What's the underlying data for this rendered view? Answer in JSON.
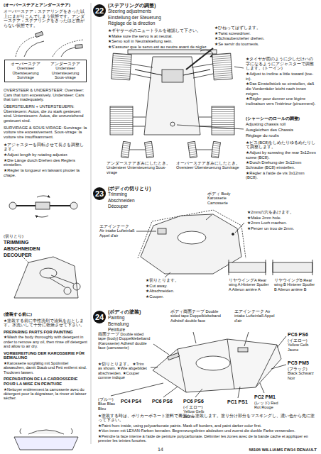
{
  "diagram": {
    "nodes": [
      {
        "text": [
          "オーバーステア Oversteer Übersteuerung Survirage",
          "アンダーステア Understeer Untersteuerung Sous-virage"
        ]
      },
      {
        "text": [
          "22"
        ]
      },
      {
        "text": [
          "23"
        ]
      },
      {
        "text": [
          "24"
        ]
      }
    ],
    "labels": [
      "(オーバーステアとアンダーステア)",
      "オーバーステア：ステアリングをきった以上にまがりこんでしまう状態です。アンダーステア：ステアリングをきったほど曲がらない状態です。",
      "OVERSTEER & UNDERSTEER: Oversteer: Cars that turn excessively. Understeer: Cars that turn inadequately.",
      "ÜBERSTEUERN + UNTERSTEUERN: Übersteuern: Autos, die zu stark gesteuert sind. Untersteuern: Autos, die unzureichend gesteuert sind.",
      "SURVIRAGE & SOUS-VIRAGE: Survirage: la voiture vire excessivement. Sous-virage: la voiture vire insuffisamment.",
      "★アジャスターを回転させて長さを調整します。",
      "★Adjust length by rotating adjuster.",
      "★Die Länge durch Drehen des Reglers einstellen.",
      "★Régler la longueur en laissant pivoter la chape.",
      "(切りとり)",
      "TRIMMING",
      "ABSCHNEIDEN",
      "DECOUPER",
      "(塗装する前に)",
      "★塗装する前に中性洗剤で油気をおとします。水洗いして十分に乾燥させて下さい。",
      "PREPARING PARTS FOR PAINTING",
      "★Wash the body thoroughly with detergent in order to remove any oil, then rinse off detergent and allow to air dry.",
      "VORBEREITUNG DER KAROSSERIE FÜR BEMALUNG",
      "★Karosserie sorgfältig mit Spülmittel abwaschen, damit Staub und Fett entfernt sind. Trocknen lassen.",
      "PREPARATION DE LA CARROSSERIE POUR LA MISE EN PEINTURE",
      "★Nettoyer entièrement la carrosserie avec du détergent pour la dégraisser, la rincer et laisser sécher.",
      "(ステアリングの調整)",
      "Steering adjustments",
      "Einstellung der Steuerung",
      "Réglage de la direction",
      "★ギヤサーボのニュートラルを確認して下さい。",
      "★Make sure the servo is at neutral.",
      "★Servo soll in Neutralstellung sein.",
      "★S'assurer que le servo est au neutre avant de régler.",
      "★ひねってはずします。",
      "★Twist screwdriver.",
      "★Schraubenzieher drehen.",
      "★Se servir du tournevis.",
      "★タイヤが図のように少しだけハの字になるようにアジャスターで調整します。(トーイン)",
      "★Adjust to incline a little toward (toe-in).",
      "★Das Einstellstück so einstellen, daß die Vorderräder leicht nach innen zeigen.",
      "★Régler pour donner une légère inclinaison vers l'intérieur (pincement).",
      "(シャーシーのロールの調整)",
      "Adjusting chassis roll",
      "Ausgleichen des Chassis",
      "Réglage du roulis",
      "★ビス(BC8)をしめたりゆるめたりして調整します。",
      "★Adjust by screwing the rear 3x12mm screw (BC8).",
      "★Durch Drehung der 3x12mm Schraube (BC8) einstellen.",
      "★Régler à l'aide de vis 3x12mm (BC8).",
      "アンダーステアぎみにしたとき。 Understeer Untersteuerung Sous-virage",
      "オーバーステアぎみにしたとき。 Oversteer Übersteuerung Survirage",
      "(ボディの切りとり)",
      "Trimming",
      "Abschneiden",
      "Découper",
      "ボディ Body Karosserie Carrosserie",
      "エアインテーク Air intake Lufteinlaß Appel d'air",
      "★2mmの穴をあけます。",
      "★Make 2mm hole.",
      "★2mm Loch machen.",
      "★Percer un trou de 2mm.",
      "★切りとります。",
      "★Cut away.",
      "★Abschneiden.",
      "★Couper.",
      "リヤウイングA Rear wing A Hinterer Spoiler A Aileron arrière A",
      "リヤウイングB Rear wing B Hinterer Spoiler B Aileron arrière B",
      "(ボディの塗装)",
      "Painting",
      "Bemalung",
      "Peinture",
      "ボディ両面テープ Double sided tape Doppelklebeband Adhésif double face",
      "両面テープ Double sided tape (body) Doppelklebeband (Karosserie) Adhésif double face (carrosserie)",
      "★切りとります。 ★Trim as shown. ★Wie abgebildet abschneiden. ★Couper comme indiqué",
      "エアインテーク Air intake Lufteinlaß Appel d'air",
      "PC6 PS6",
      "(イエロー) Yellow Gelb Jaune",
      "PC5 PM5",
      "(ブラック) Black Schwarz Noir",
      "PC1 PS1",
      "PC2 PM1",
      "(レッド) Red Rot Rouge",
      "(ブルー) Blue Blau Bleu",
      "PC4 PS4",
      "PC6 PS6",
      "PC6 PS6",
      "(イエロー) Yellow Gelb Jaune",
      "★塗装する時は、ポリカーボネート塗料で裏側から塗装します。塗り分け部分をマスキングし、濃い色から先に塗って下さい。",
      "★Paint from inside, using polycarbonate paints. Mask off borders, and paint darker color first.",
      "★Von innen mit LEXAN-Farben bemalen. Begrenzungslinien abdecken und zuerst die dunkle Farbe verwenden.",
      "★Peindre la face interne à l'aide de peinture polycarbonate. Délimiter les zones avec de la bande cache et appliquer en premier les teintes foncées.",
      "14",
      "58105 WILLIAMS FW14 RENAULT"
    ]
  }
}
